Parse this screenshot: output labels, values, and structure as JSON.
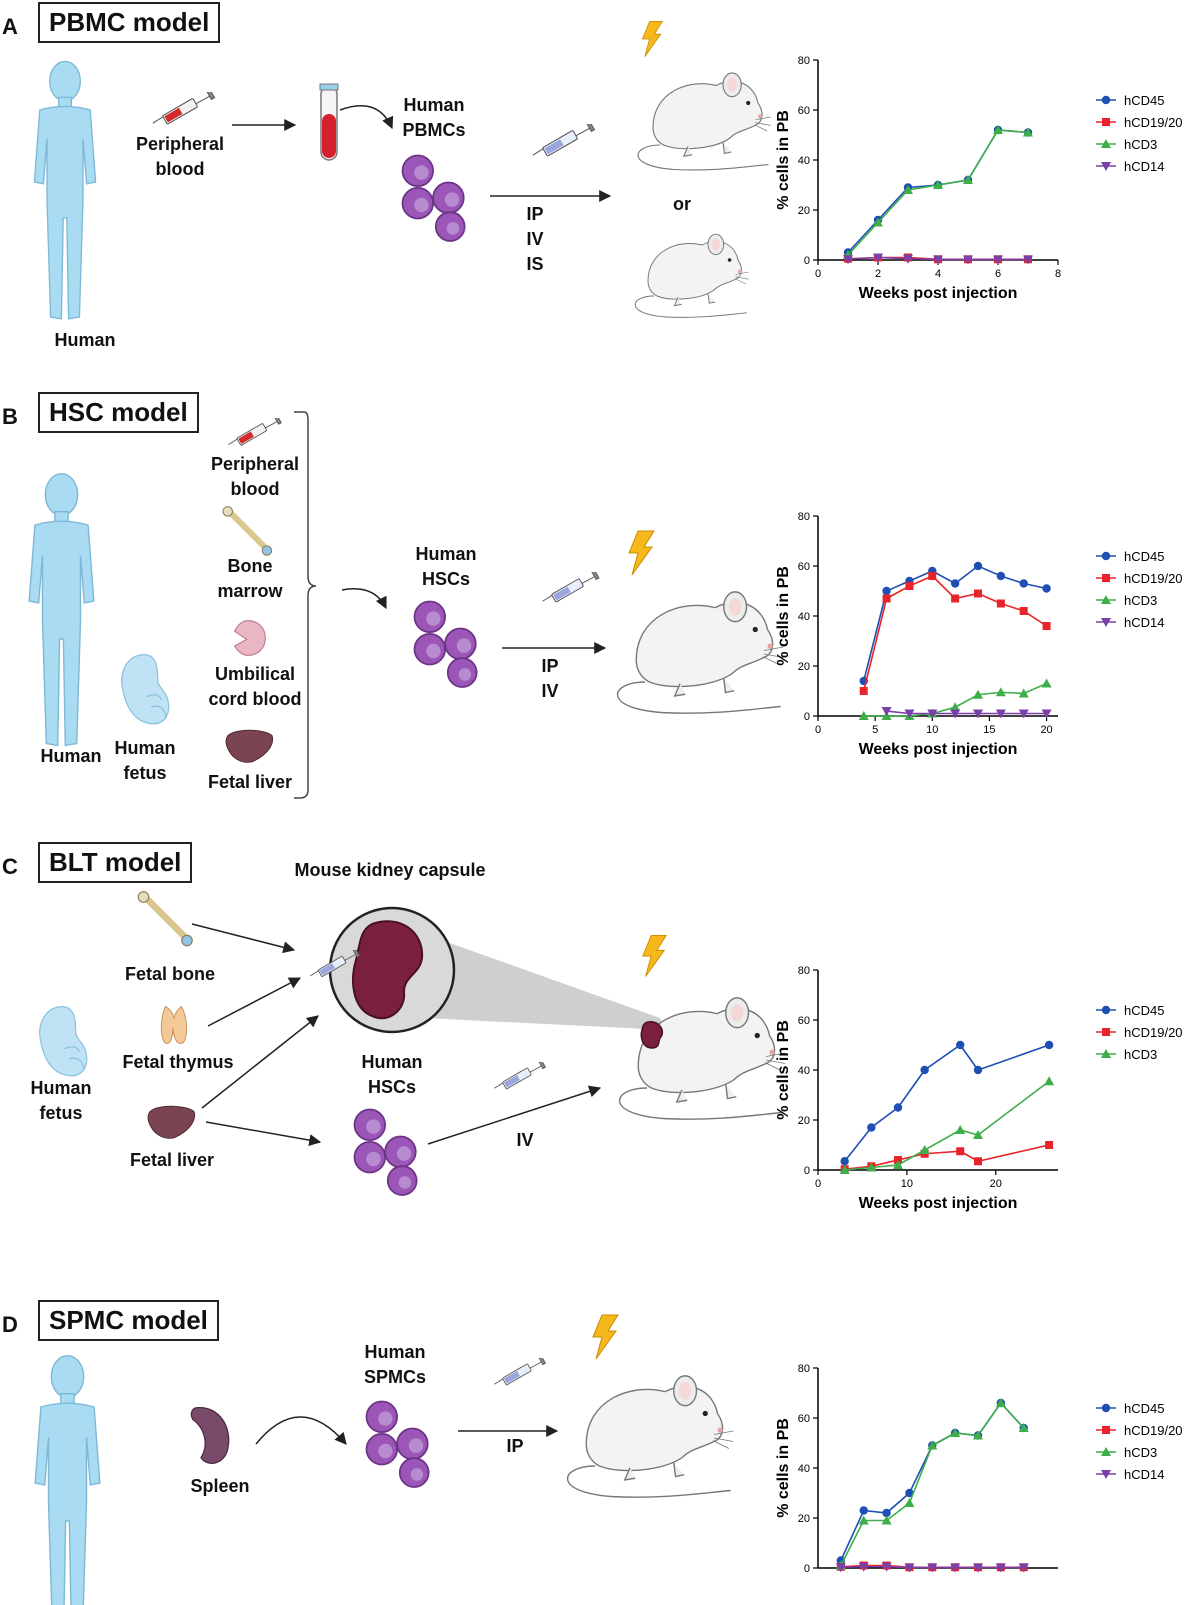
{
  "panels": {
    "a": {
      "letter": "A",
      "model": "PBMC model",
      "labels": {
        "human": "Human",
        "source": "Peripheral\nblood",
        "cells": "Human\nPBMCs",
        "routes": "IP\nIV\nIS",
        "or": "or"
      }
    },
    "b": {
      "letter": "B",
      "model": "HSC model",
      "labels": {
        "human": "Human",
        "fetus": "Human\nfetus",
        "pb": "Peripheral\nblood",
        "bm": "Bone\nmarrow",
        "ucb": "Umbilical\ncord blood",
        "fl": "Fetal liver",
        "cells": "Human\nHSCs",
        "routes": "IP\nIV"
      }
    },
    "c": {
      "letter": "C",
      "model": "BLT model",
      "labels": {
        "capsule": "Mouse kidney capsule",
        "fetus": "Human\nfetus",
        "bone": "Fetal bone",
        "thymus": "Fetal thymus",
        "liver": "Fetal liver",
        "cells": "Human\nHSCs",
        "route": "IV"
      }
    },
    "d": {
      "letter": "D",
      "model": "SPMC model",
      "labels": {
        "spleen": "Spleen",
        "cells": "Human\nSPMCs",
        "route": "IP"
      }
    }
  },
  "colors": {
    "hCD45": "#1f4fb4",
    "hCD19/20": "#e8232a",
    "hCD3": "#3dae49",
    "hCD14": "#7a3fa8",
    "skin": "#a9dcf2",
    "cell": "#9b56b8",
    "liver": "#7a4450",
    "lightning": "#f6b81a"
  },
  "chart_data": [
    {
      "type": "line",
      "xlabel": "Weeks post injection",
      "ylabel": "% cells in PB",
      "xlim": [
        0,
        8
      ],
      "ylim": [
        0,
        80
      ],
      "xticks": [
        0,
        2,
        4,
        6,
        8
      ],
      "yticks": [
        0,
        20,
        40,
        60,
        80
      ],
      "legend": "right",
      "series": [
        {
          "name": "hCD45",
          "marker": "circle",
          "x": [
            1,
            2,
            3,
            4,
            5,
            6,
            7
          ],
          "y": [
            3,
            16,
            29,
            30,
            32,
            52,
            51
          ]
        },
        {
          "name": "hCD19/20",
          "marker": "square",
          "x": [
            1,
            2,
            3,
            4,
            5,
            6,
            7
          ],
          "y": [
            0.5,
            1,
            1,
            0.3,
            0.3,
            0.3,
            0.3
          ]
        },
        {
          "name": "hCD3",
          "marker": "triangle",
          "x": [
            1,
            2,
            3,
            4,
            5,
            6,
            7
          ],
          "y": [
            2,
            15,
            28,
            30,
            32,
            52,
            51
          ]
        },
        {
          "name": "hCD14",
          "marker": "triangle-down",
          "x": [
            1,
            2,
            3,
            4,
            5,
            6,
            7
          ],
          "y": [
            0.3,
            1,
            0.5,
            0.2,
            0.2,
            0.2,
            0.2
          ]
        }
      ]
    },
    {
      "type": "line",
      "xlabel": "Weeks post injection",
      "ylabel": "% cells in PB",
      "xlim": [
        0,
        21
      ],
      "ylim": [
        0,
        80
      ],
      "xticks": [
        0,
        5,
        10,
        15,
        20
      ],
      "yticks": [
        0,
        20,
        40,
        60,
        80
      ],
      "legend": "right",
      "series": [
        {
          "name": "hCD45",
          "marker": "circle",
          "x": [
            4,
            6,
            8,
            10,
            12,
            14,
            16,
            18,
            20
          ],
          "y": [
            14,
            50,
            54,
            58,
            53,
            60,
            56,
            53,
            51
          ]
        },
        {
          "name": "hCD19/20",
          "marker": "square",
          "x": [
            4,
            6,
            8,
            10,
            12,
            14,
            16,
            18,
            20
          ],
          "y": [
            10,
            47,
            52,
            56,
            47,
            49,
            45,
            42,
            36
          ]
        },
        {
          "name": "hCD3",
          "marker": "triangle",
          "x": [
            4,
            6,
            8,
            10,
            12,
            14,
            16,
            18,
            20
          ],
          "y": [
            0,
            0,
            0,
            1,
            3.5,
            8.5,
            9.5,
            9,
            13
          ]
        },
        {
          "name": "hCD14",
          "marker": "triangle-down",
          "x": [
            6,
            8,
            10,
            12,
            14,
            16,
            18,
            20
          ],
          "y": [
            2,
            1,
            1,
            1,
            1,
            1,
            1,
            1
          ]
        }
      ]
    },
    {
      "type": "line",
      "xlabel": "Weeks post injection",
      "ylabel": "% cells in PB",
      "xlim": [
        0,
        27
      ],
      "ylim": [
        0,
        80
      ],
      "xticks": [
        0,
        10,
        20
      ],
      "yticks": [
        0,
        20,
        40,
        60,
        80
      ],
      "legend": "right",
      "series": [
        {
          "name": "hCD45",
          "marker": "circle",
          "x": [
            3,
            6,
            9,
            12,
            16,
            18,
            26
          ],
          "y": [
            3.5,
            17,
            25,
            40,
            50,
            40,
            50
          ]
        },
        {
          "name": "hCD19/20",
          "marker": "square",
          "x": [
            3,
            6,
            9,
            12,
            16,
            18,
            26
          ],
          "y": [
            0.3,
            1.5,
            4,
            6.5,
            7.5,
            3.5,
            10
          ]
        },
        {
          "name": "hCD3",
          "marker": "triangle",
          "x": [
            3,
            6,
            9,
            12,
            16,
            18,
            26
          ],
          "y": [
            0,
            1,
            2,
            8,
            16,
            14,
            35.5
          ]
        }
      ]
    },
    {
      "type": "line",
      "xlabel": "",
      "ylabel": "% cells in PB",
      "xlim": [
        0,
        10.5
      ],
      "ylim": [
        0,
        80
      ],
      "xticks": [],
      "yticks": [
        0,
        20,
        40,
        60,
        80
      ],
      "legend": "right",
      "series": [
        {
          "name": "hCD45",
          "marker": "circle",
          "x": [
            1,
            2,
            3,
            4,
            5,
            6,
            7,
            8,
            9
          ],
          "y": [
            3,
            23,
            22,
            30,
            49,
            54,
            53,
            66,
            56
          ]
        },
        {
          "name": "hCD19/20",
          "marker": "square",
          "x": [
            1,
            2,
            3,
            4,
            5,
            6,
            7,
            8,
            9
          ],
          "y": [
            0.5,
            1,
            1,
            0.3,
            0.3,
            0.3,
            0.3,
            0.3,
            0.3
          ]
        },
        {
          "name": "hCD3",
          "marker": "triangle",
          "x": [
            1,
            2,
            3,
            4,
            5,
            6,
            7,
            8,
            9
          ],
          "y": [
            1,
            19,
            19,
            26,
            49,
            54,
            53,
            66,
            56
          ]
        },
        {
          "name": "hCD14",
          "marker": "triangle-down",
          "x": [
            1,
            2,
            3,
            4,
            5,
            6,
            7,
            8,
            9
          ],
          "y": [
            0.3,
            0.5,
            0.5,
            0.2,
            0.2,
            0.2,
            0.2,
            0.2,
            0.2
          ]
        }
      ]
    }
  ]
}
